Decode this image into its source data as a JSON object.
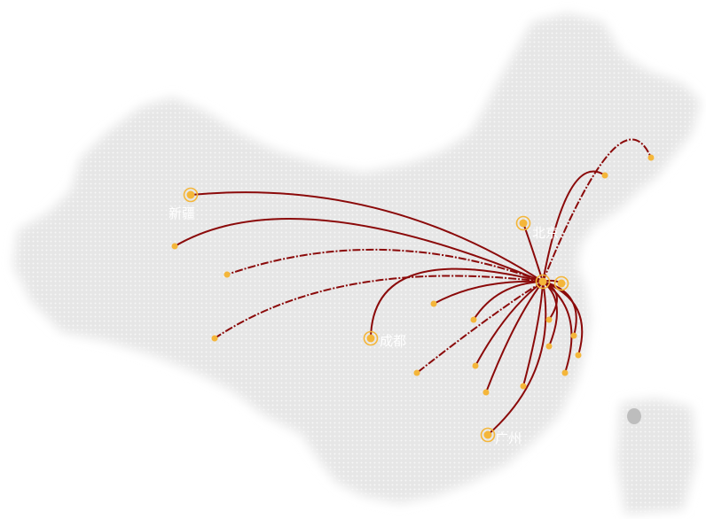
{
  "map": {
    "land_color": "#e6e6e6",
    "dot_color": "#f7f7f7",
    "route_color": "#8b0a0a",
    "node_color": "#f4b63a",
    "label_color": "#ffffff"
  },
  "hub": {
    "id": "hub"
  },
  "labeled_cities": [
    {
      "id": "xinjiang",
      "label": "新疆"
    },
    {
      "id": "beijing",
      "label": "北京"
    },
    {
      "id": "chengdu",
      "label": "成都"
    },
    {
      "id": "guangzhou",
      "label": "广州"
    },
    {
      "id": "nanjing",
      "label": ""
    }
  ],
  "routes": [
    {
      "to": "xinjiang",
      "style": "solid"
    },
    {
      "to": "west-1",
      "style": "solid"
    },
    {
      "to": "west-2",
      "style": "dashed"
    },
    {
      "to": "southwest",
      "style": "dashed"
    },
    {
      "to": "chengdu",
      "style": "solid"
    },
    {
      "to": "beijing",
      "style": "solid"
    },
    {
      "to": "northeast-1",
      "style": "solid"
    },
    {
      "to": "northeast-2",
      "style": "dashed"
    },
    {
      "to": "central-1",
      "style": "solid"
    },
    {
      "to": "central-2",
      "style": "solid"
    },
    {
      "to": "south-1",
      "style": "dashed"
    },
    {
      "to": "south-2",
      "style": "solid"
    },
    {
      "to": "south-3",
      "style": "solid"
    },
    {
      "to": "south-4",
      "style": "solid"
    },
    {
      "to": "guangzhou",
      "style": "solid"
    },
    {
      "to": "east-1",
      "style": "solid"
    },
    {
      "to": "east-2",
      "style": "solid"
    },
    {
      "to": "east-3",
      "style": "solid"
    },
    {
      "to": "east-4",
      "style": "solid"
    },
    {
      "to": "east-5",
      "style": "solid"
    },
    {
      "to": "nanjing",
      "style": "solid"
    }
  ]
}
